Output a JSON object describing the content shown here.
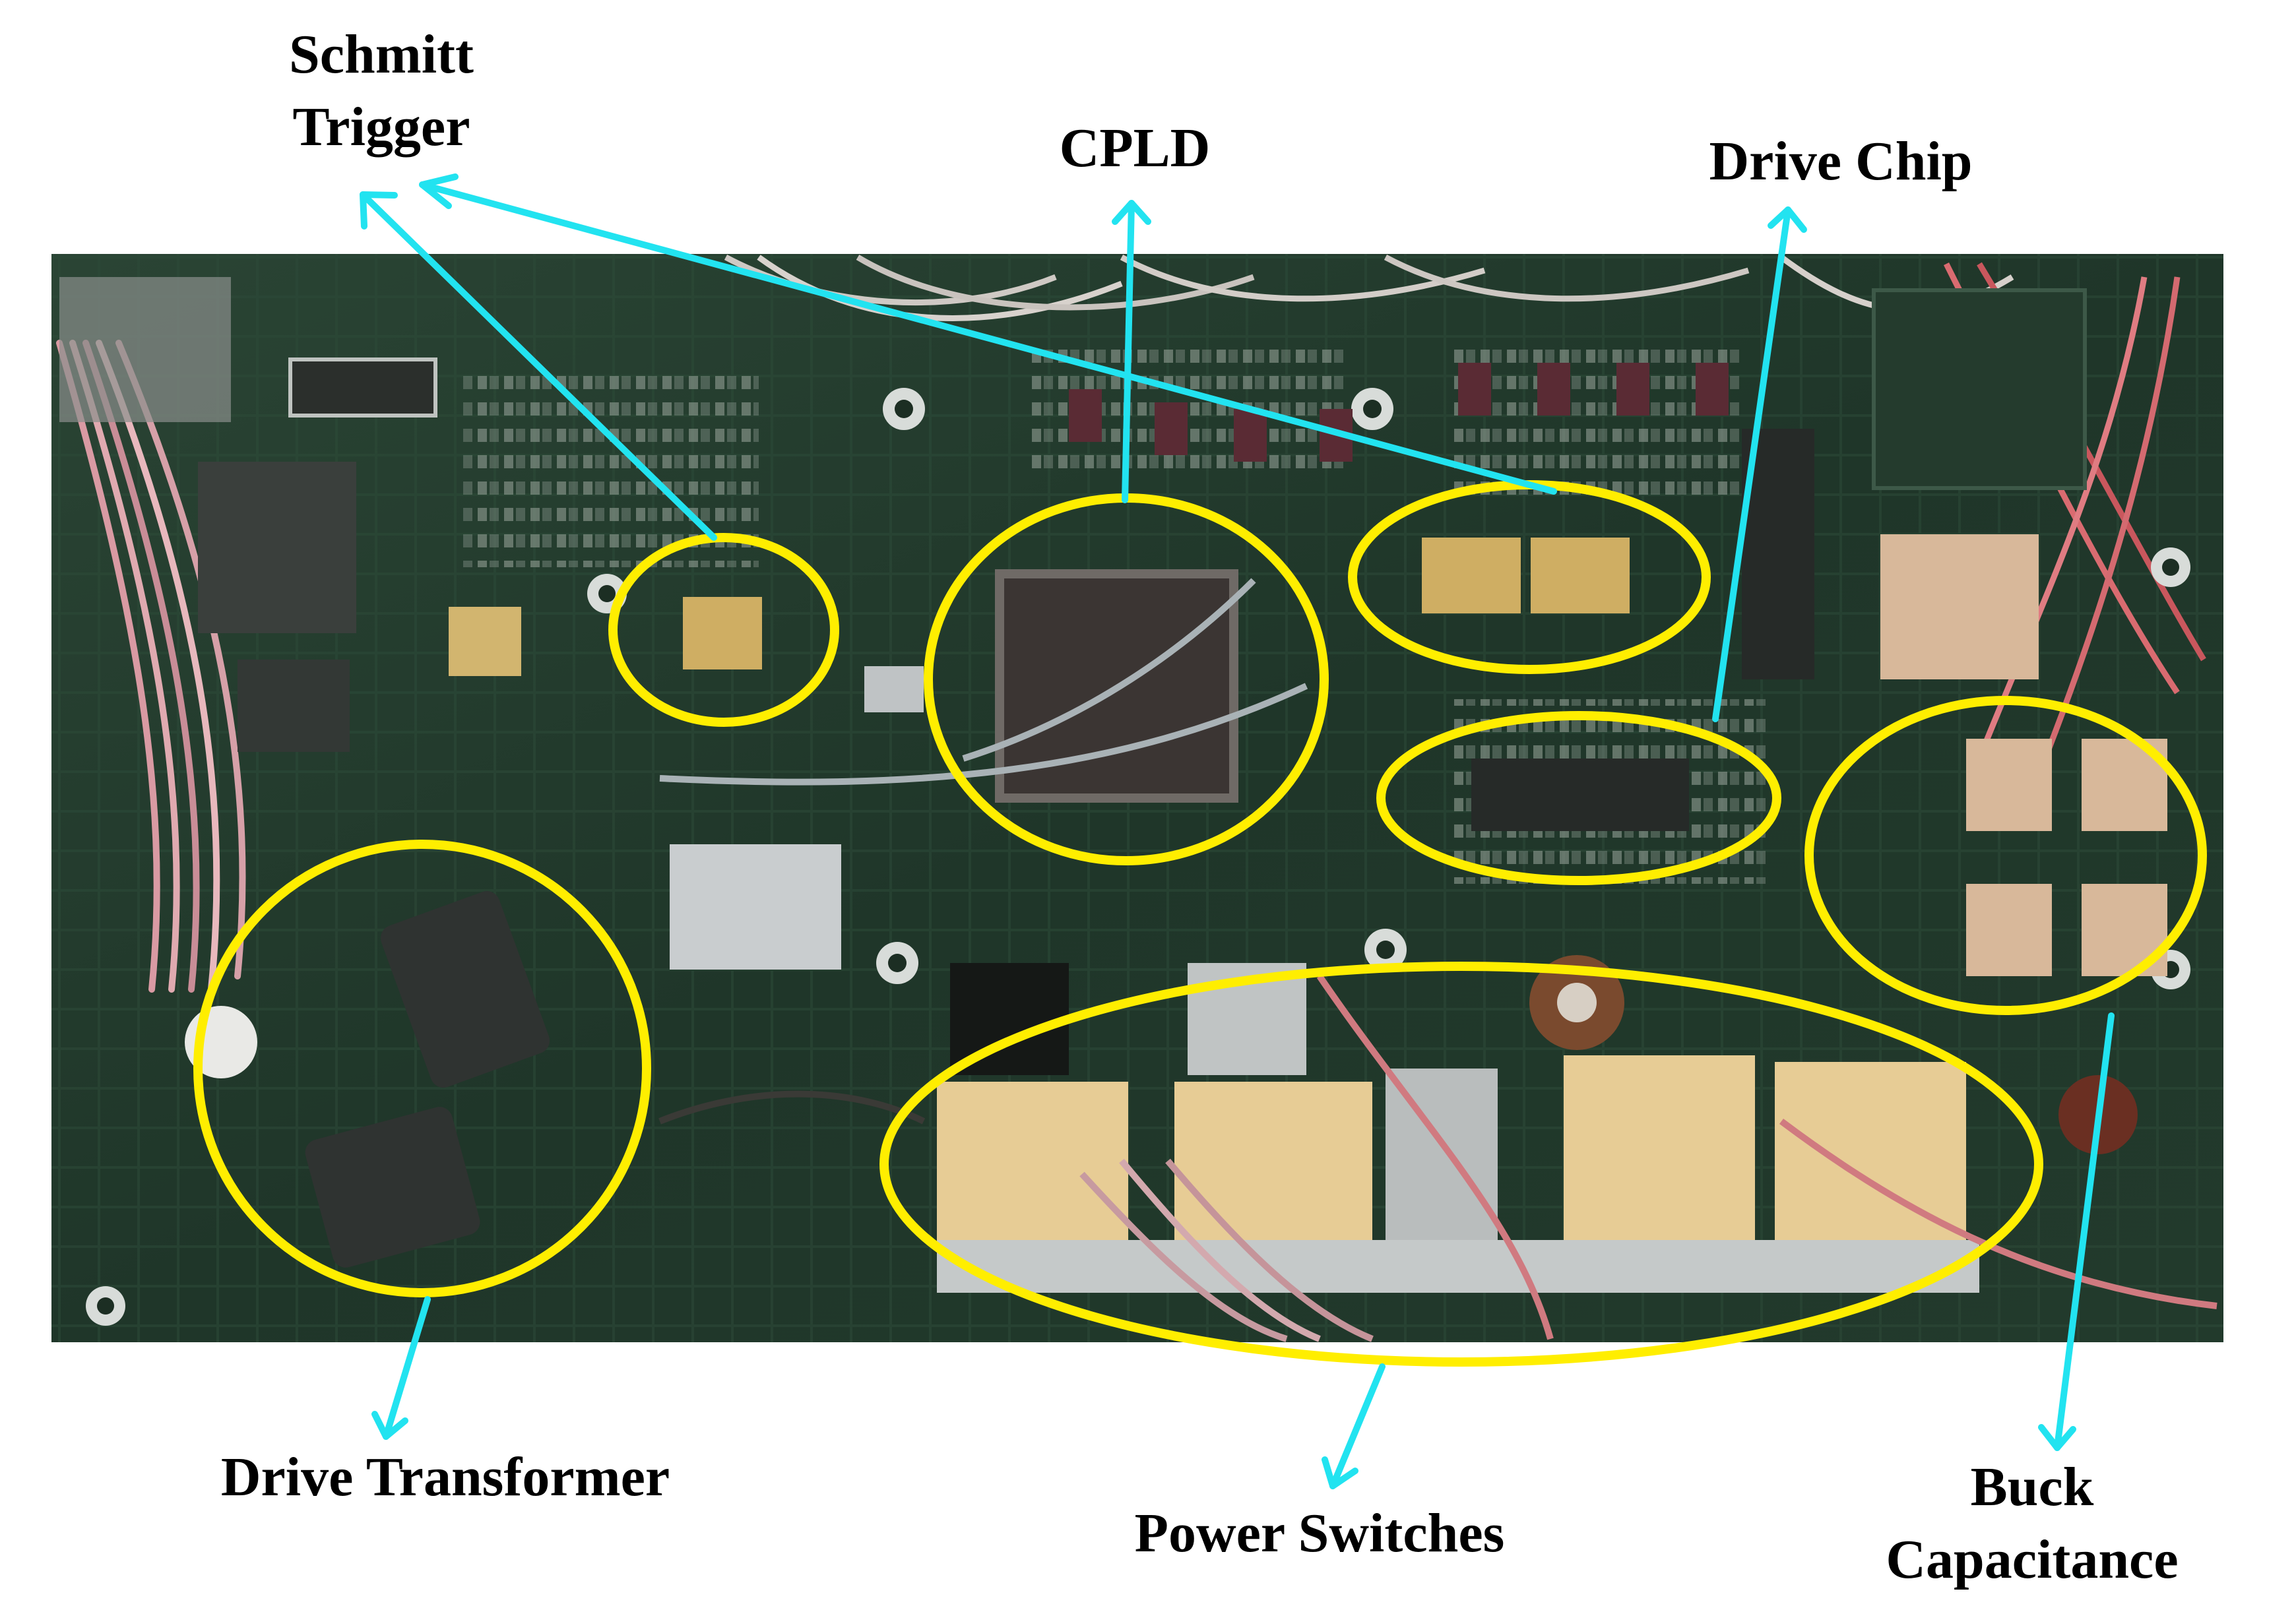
{
  "labels": {
    "schmitt_trigger": [
      "Schmitt",
      "Trigger"
    ],
    "cpld": "CPLD",
    "drive_chip": "Drive Chip",
    "drive_transformer": "Drive Transformer",
    "power_switches": "Power Switches",
    "buck_capacitance": [
      "Buck",
      "Capacitance"
    ]
  },
  "colors": {
    "highlight_ellipse": "#ffee00",
    "arrow": "#22e3f0",
    "board": "#21392c",
    "label_text": "#000000"
  }
}
